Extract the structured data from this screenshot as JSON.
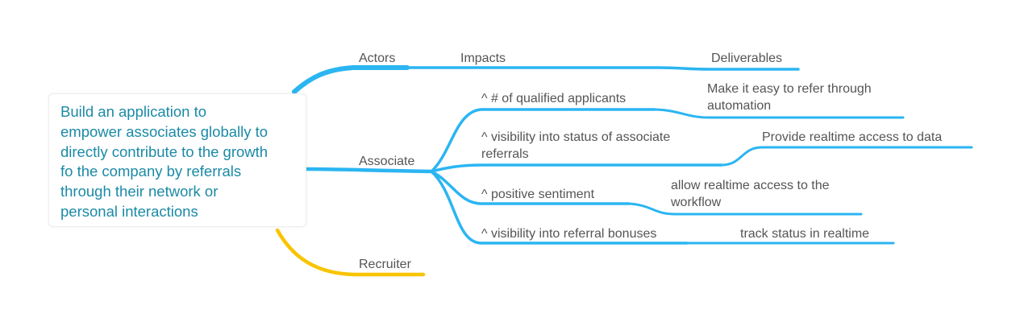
{
  "colors": {
    "branch": "#2bb5f2",
    "recruiter_branch": "#f8c400",
    "root_text": "#1b8aa6",
    "label_text": "#555555"
  },
  "root": {
    "text": "Build an application to\nempower associates globally to\ndirectly contribute to the growth\nfo the company by referrals\nthrough their network or\npersonal interactions"
  },
  "headers": {
    "actors": "Actors",
    "impacts": "Impacts",
    "deliverables": "Deliverables"
  },
  "actors": {
    "associate": "Associate",
    "recruiter": "Recruiter"
  },
  "impacts": [
    "^ # of qualified applicants",
    "^ visibility into status of associate\nreferrals",
    "^ positive sentiment",
    "^ visibility into referral bonuses"
  ],
  "deliverables": [
    "Make it easy to refer through\nautomation",
    "Provide realtime access to data",
    "allow realtime access to the\nworkflow",
    "track status in realtime"
  ]
}
